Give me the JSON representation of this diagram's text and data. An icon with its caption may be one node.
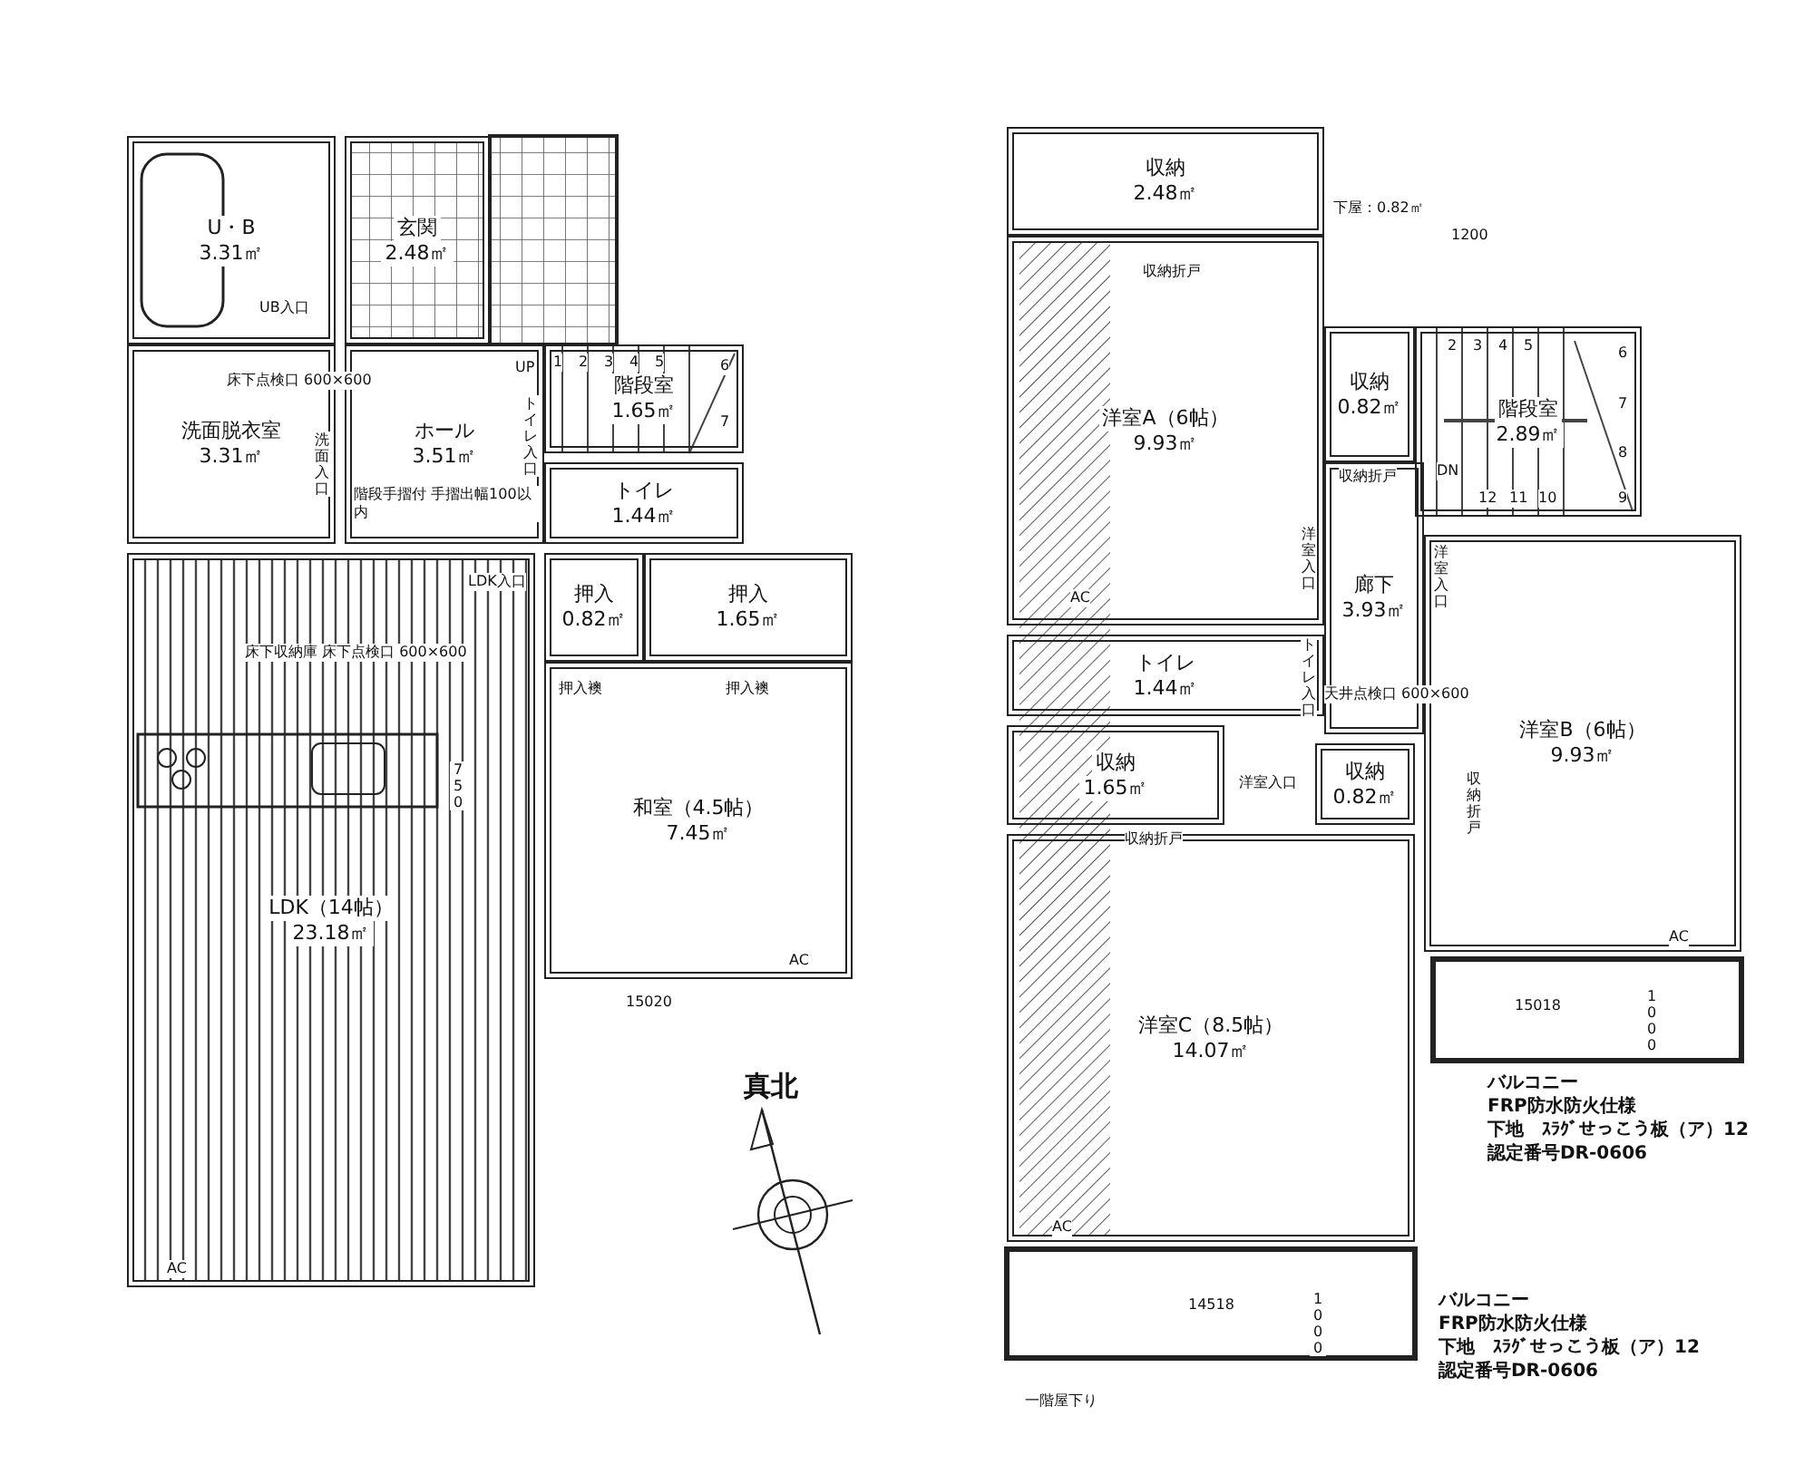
{
  "diagram": {
    "nodes": [
      {
        "text": [
          "U・B",
          "3.31㎡"
        ]
      },
      {
        "text": [
          "玄関",
          "2.48㎡"
        ]
      },
      {
        "text": [
          "洗面脱衣室",
          "3.31㎡"
        ]
      },
      {
        "text": [
          "ホール",
          "3.51㎡"
        ]
      },
      {
        "text": [
          "階段室",
          "1.65㎡"
        ]
      },
      {
        "text": [
          "トイレ",
          "1.44㎡"
        ]
      },
      {
        "text": [
          "押入",
          "0.82㎡"
        ]
      },
      {
        "text": [
          "押入",
          "1.65㎡"
        ]
      },
      {
        "text": [
          "LDK（14帖）",
          "23.18㎡"
        ]
      },
      {
        "text": [
          "和室（4.5帖）",
          "7.45㎡"
        ]
      },
      {
        "text": [
          "収納",
          "2.48㎡"
        ]
      },
      {
        "text": [
          "洋室A（6帖）",
          "9.93㎡"
        ]
      },
      {
        "text": [
          "収納",
          "0.82㎡"
        ]
      },
      {
        "text": [
          "階段室",
          "2.89㎡"
        ]
      },
      {
        "text": [
          "廊下",
          "3.93㎡"
        ]
      },
      {
        "text": [
          "トイレ",
          "1.44㎡"
        ]
      },
      {
        "text": [
          "洋室B（6帖）",
          "9.93㎡"
        ]
      },
      {
        "text": [
          "収納",
          "1.65㎡"
        ]
      },
      {
        "text": [
          "収納",
          "0.82㎡"
        ]
      },
      {
        "text": [
          "洋室C（8.5帖）",
          "14.07㎡"
        ]
      }
    ],
    "labels": [
      "UB入口",
      "床下点検口 600×600",
      "洗面入口",
      "UP",
      "階段手摺付 手摺出幅100以内",
      "トイレ入口",
      "LDK入口",
      "床下収納庫 床下点検口 600×600",
      "押入襖",
      "押入襖",
      "750",
      "AC",
      "AC",
      "15020",
      "真北",
      "1",
      "2",
      "3",
      "4",
      "5",
      "6",
      "7",
      "下屋：0.82㎡",
      "1200",
      "収納折戸",
      "収納折戸",
      "DN",
      "洋室入口",
      "洋室入口",
      "トイレ入口",
      "天井点検口 600×600",
      "洋室入口",
      "収納折戸",
      "収納折戸",
      "AC",
      "AC",
      "AC",
      "2",
      "3",
      "4",
      "5",
      "6",
      "7",
      "8",
      "12",
      "11",
      "10",
      "9",
      "15018",
      "1000",
      "バルコニー",
      "FRP防水防火仕様",
      "下地　ｽﾗｸﾞせっこう板（ア）12",
      "認定番号DR-0606",
      "14518",
      "1000",
      "バルコニー",
      "FRP防水防火仕様",
      "下地　ｽﾗｸﾞせっこう板（ア）12",
      "認定番号DR-0606",
      "一階屋下り"
    ]
  }
}
